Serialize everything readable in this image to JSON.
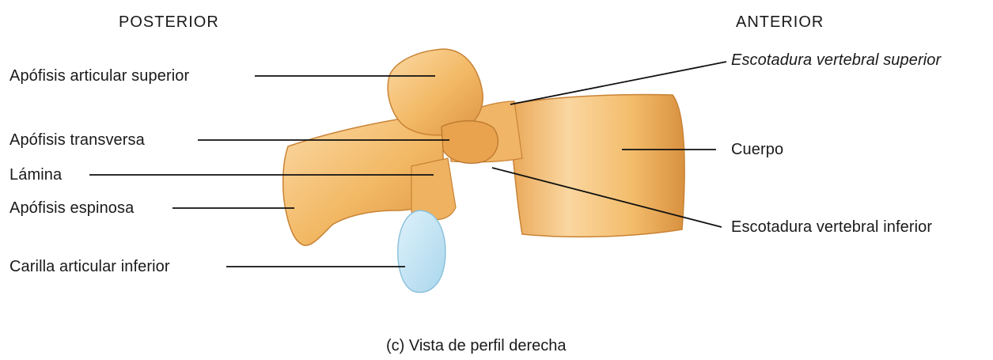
{
  "headers": {
    "posterior": "POSTERIOR",
    "anterior": "ANTERIOR"
  },
  "labels": {
    "apofisis_articular_superior": "Apófisis articular superior",
    "apofisis_transversa": "Apófisis transversa",
    "lamina": "Lámina",
    "apofisis_espinosa": "Apófisis espinosa",
    "carilla_articular_inferior": "Carilla articular inferior",
    "escotadura_vertebral_superior": "Escotadura vertebral superior",
    "cuerpo": "Cuerpo",
    "escotadura_vertebral_inferior": "Escotadura vertebral inferior"
  },
  "caption": "(c)  Vista de perfil derecha",
  "colors": {
    "bone": "#f2b864",
    "bone_light": "#fad49a",
    "bone_shadow": "#d18a3a",
    "facet": "#bfe3f3",
    "leader_line": "#111111"
  }
}
